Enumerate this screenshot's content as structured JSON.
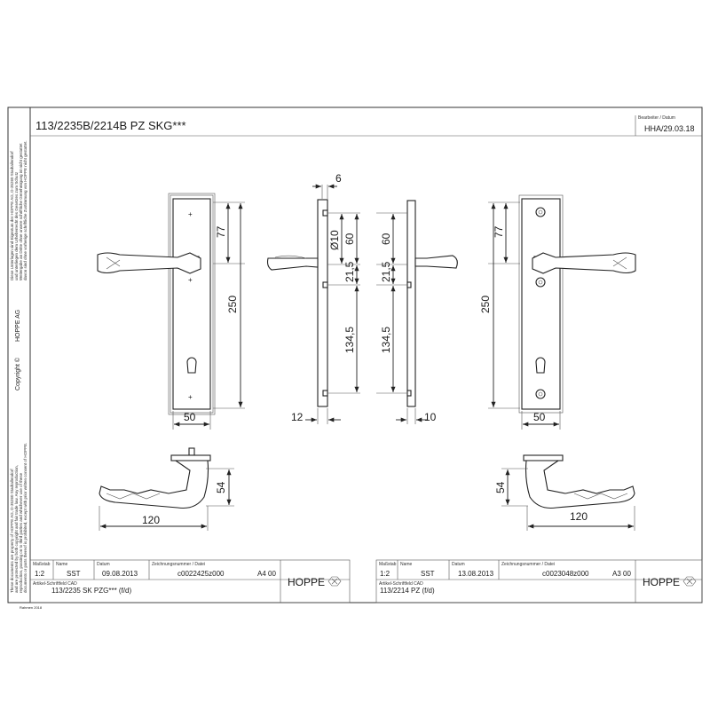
{
  "drawing": {
    "title": "113/2235B/2214B PZ SKG***",
    "bearbeiter_label": "Bearbeiter / Datum",
    "bearbeiter_value": "HHA/29.03.18"
  },
  "side_text": {
    "de": [
      "Diese Unterlagen sind Eigentum der HOPPE AG, D-35260 Stadtallendorf",
      "und unterliegen dem Urheberrecht des Gesetzes zum Schutz",
      "Weitergabe an Dritte ohne unsere schriftliche Genehmigung ist nicht gestattet",
      "davon sind ohne vorherige schriftliche Zustimmung von HOPPE nicht gestattet."
    ],
    "company": "HOPPE AG",
    "copyright": "Copyright ©",
    "en": [
      "These documents are property of HOPPE AG, D-35260 Stadtallendorf",
      "and are protected by both copyright and fair trade law. Any reproduction,",
      "reproduction, passing on to third parties and whichever use of these",
      "documents or parts thereof is prohibited, except with prior written consent of HOPPE."
    ],
    "revision": "Rahmen 2018"
  },
  "dimensions": {
    "plate_width_left": "50",
    "plate_width_right": "50",
    "top_77_left": "77",
    "top_77_right": "77",
    "height_250_left": "250",
    "height_250_right": "250",
    "d6": "6",
    "d10": "Ø10",
    "d60_a": "60",
    "d60_b": "60",
    "d21_5_a": "21,5",
    "d21_5_b": "21,5",
    "d134_5_a": "134,5",
    "d134_5_b": "134,5",
    "d12": "12",
    "d10b": "10",
    "d54_left": "54",
    "d54_right": "54",
    "d120_left": "120",
    "d120_right": "120"
  },
  "title_blocks": [
    {
      "massstab_label": "Maßstab",
      "massstab": "1:2",
      "name_label": "Name",
      "name": "SST",
      "datum_label": "Datum",
      "datum": "09.08.2013",
      "zeichnr_label": "Zeichnungsnummer / Datei",
      "zeichnr": "c0022425z000",
      "format": "A4 00",
      "artikel_label": "Artikel-Schriftfeld CAD",
      "artikel": "113/2235 SK PZG*** (f/d)",
      "logo": "HOPPE"
    },
    {
      "massstab_label": "Maßstab",
      "massstab": "1:2",
      "name_label": "Name",
      "name": "SST",
      "datum_label": "Datum",
      "datum": "13.08.2013",
      "zeichnr_label": "Zeichnungsnummer / Datei",
      "zeichnr": "c0023048z000",
      "format": "A3 00",
      "artikel_label": "Artikel-Schriftfeld CAD",
      "artikel": "113/2214 PZ (f/d)",
      "logo": "HOPPE"
    }
  ]
}
